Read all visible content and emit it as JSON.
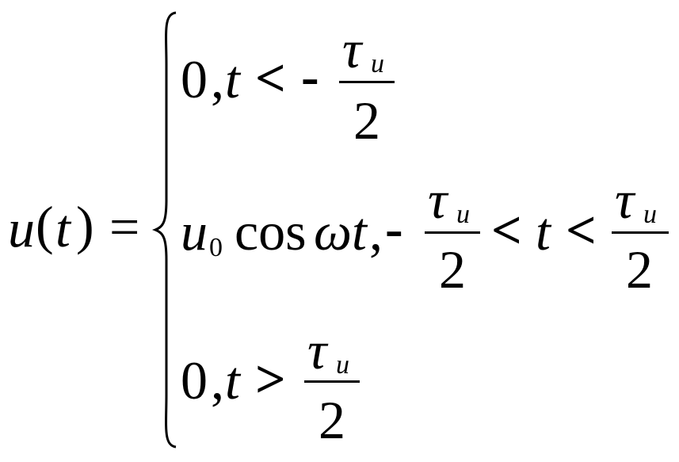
{
  "lhs": {
    "func": "u",
    "open": "(",
    "var": "t",
    "close": ")",
    "eq": "="
  },
  "cases": [
    {
      "value": "0",
      "comma": ",",
      "var": "t",
      "rel": "<",
      "minus": "-",
      "frac": {
        "num": "τ",
        "num_sub": "и",
        "den": "2"
      }
    },
    {
      "expr_u": "u",
      "expr_u_sub": "0",
      "expr_cos": "cos",
      "expr_omega": "ω",
      "expr_t": "t",
      "comma": ",",
      "minus": "-",
      "frac1": {
        "num": "τ",
        "num_sub": "и",
        "den": "2"
      },
      "rel1": "<",
      "var": "t",
      "rel2": "<",
      "frac2": {
        "num": "τ",
        "num_sub": "и",
        "den": "2"
      }
    },
    {
      "value": "0",
      "comma": ",",
      "var": "t",
      "rel": ">",
      "frac": {
        "num": "τ",
        "num_sub": "и",
        "den": "2"
      }
    }
  ]
}
